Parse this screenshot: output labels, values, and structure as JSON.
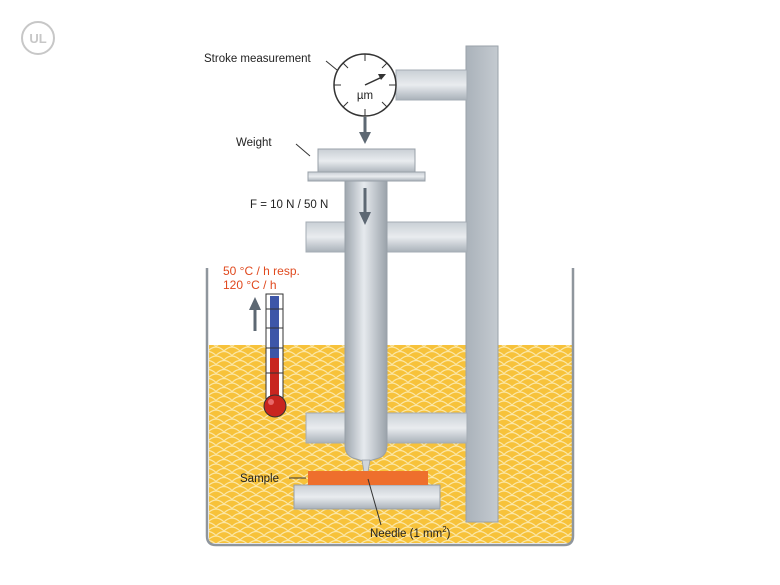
{
  "logo": {
    "text": "UL",
    "icon": "ul-logo-icon"
  },
  "labels": {
    "stroke_measurement": "Stroke measurement",
    "gauge_unit": "µm",
    "weight": "Weight",
    "force": "F = 10 N / 50 N",
    "heating_rate_line1": "50 °C / h resp.",
    "heating_rate_line2": "120 °C / h",
    "sample": "Sample",
    "needle": "Needle (1 mm",
    "needle_exponent": "2",
    "needle_close": ")"
  },
  "colors": {
    "bath_fill": "#f7c23a",
    "bath_pattern": "#fbe7a6",
    "sample": "#ee6f2d",
    "heating_text": "#e0491e",
    "thermometer_cold": "#3d56a8",
    "thermometer_hot": "#c8251f",
    "metal": "#b7bec6",
    "arrow": "#5d6873"
  },
  "icons": [
    "ul-logo-icon",
    "dial-gauge-icon",
    "down-arrow-icon",
    "up-arrow-icon",
    "thermometer-icon"
  ]
}
